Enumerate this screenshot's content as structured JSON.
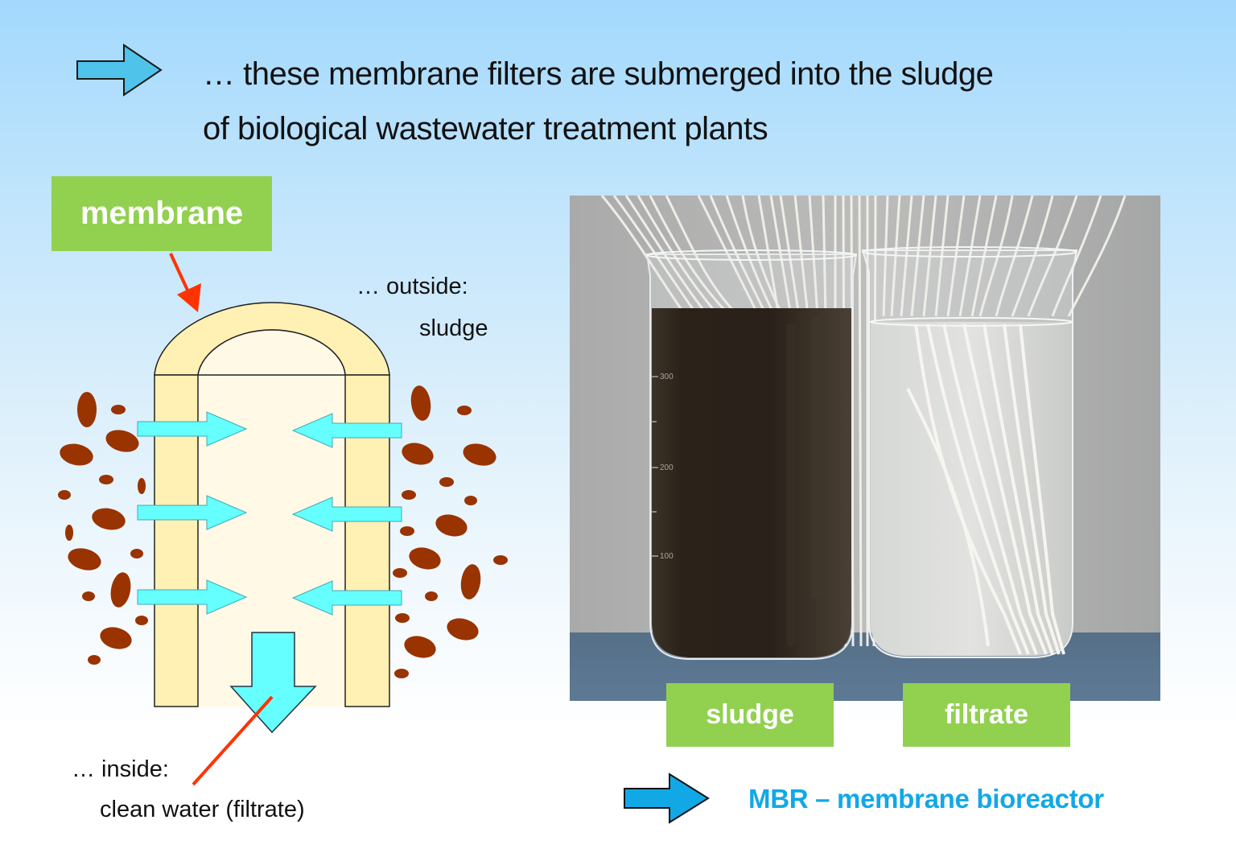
{
  "headline": {
    "line1": "… these membrane filters are submerged into the sludge",
    "line2": "of biological wastewater treatment plants",
    "arrow_icon": "right-arrow-icon"
  },
  "diagram": {
    "membrane_label": "membrane",
    "outside_label": "… outside:",
    "outside_value": "sludge",
    "inside_label": "… inside:",
    "inside_value": "clean water (filtrate)",
    "colors": {
      "label_green": "#92d050",
      "membrane_wall": "#fff0b3",
      "membrane_interior": "#fff9e6",
      "flow_arrow": "#66ffff",
      "sludge_particle": "#993300",
      "pointer": "#ff3300"
    }
  },
  "photo": {
    "description": "two beakers with hollow fiber membranes: sludge (dark) and filtrate (clear)",
    "graduations": [
      "300",
      "200",
      "100"
    ],
    "sludge_tag": "sludge",
    "filtrate_tag": "filtrate"
  },
  "conclusion": {
    "arrow_icon": "right-arrow-icon",
    "text": "MBR – membrane bioreactor",
    "color": "#12a8e6"
  }
}
